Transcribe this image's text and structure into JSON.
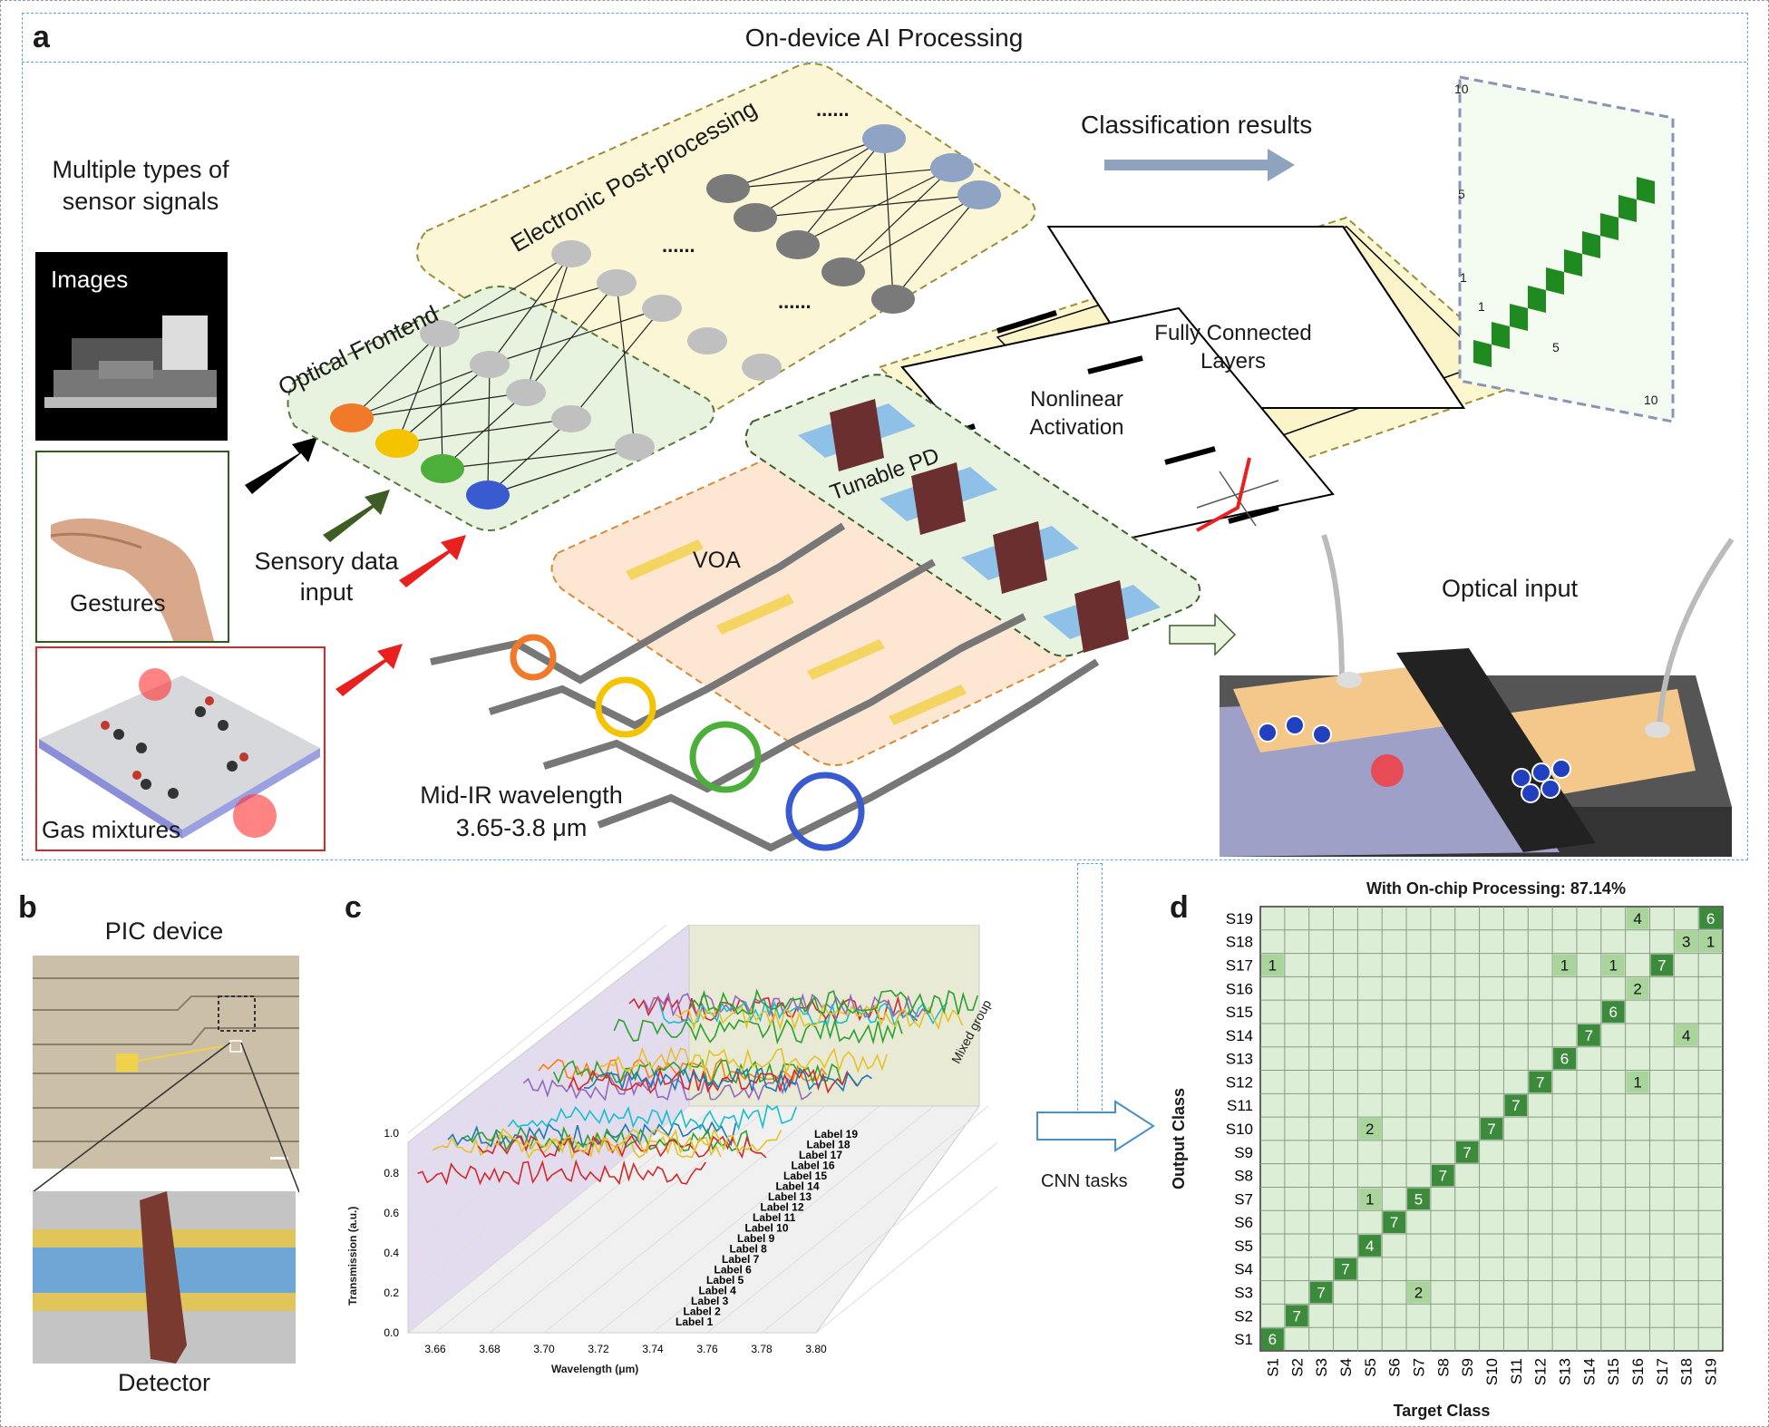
{
  "panel_a": {
    "letter": "a",
    "title": "On-device AI Processing",
    "sensor_heading": "Multiple types of sensor signals",
    "images_label": "Images",
    "gestures_label": "Gestures",
    "gas_label": "Gas mixtures",
    "sensory_input": "Sensory data input",
    "optical_frontend": "Optical Frontend",
    "electronic_post": "Electronic Post-processing",
    "ellipsis": "......",
    "classification": "Classification results",
    "fully_connected": "Fully Connected Layers",
    "nonlinear": "Nonlinear Activation",
    "tunable_pd": "Tunable PD",
    "voa": "VOA",
    "midir": "Mid-IR wavelength",
    "midir_range": "3.65-3.8 μm",
    "optical_input": "Optical input",
    "mini_matrix_ticks": [
      "10",
      "5",
      "1",
      "1",
      "5",
      "10"
    ]
  },
  "panel_b": {
    "letter": "b",
    "title": "PIC device",
    "detector": "Detector"
  },
  "panel_c": {
    "letter": "c",
    "ylabel": "Transmission (a.u.)",
    "xlabel": "Wavelength (μm)",
    "group_label": "Mixed group",
    "cnn_tasks": "CNN tasks"
  },
  "panel_d": {
    "letter": "d",
    "title": "With On-chip Processing: 87.14%",
    "ylabel": "Output Class",
    "xlabel": "Target Class"
  },
  "colors": {
    "accent_blue": "#5aa7d8",
    "diag_green": "#3c8a3c",
    "cell_bg": "#dcefd6",
    "offdiag": "#a9d59d"
  },
  "chart_data": [
    {
      "type": "line",
      "title": "",
      "xlabel": "Wavelength (μm)",
      "ylabel": "Transmission (a.u.)",
      "xlim": [
        3.65,
        3.8
      ],
      "ylim": [
        0.0,
        1.0
      ],
      "x_ticks": [
        "3.66",
        "3.68",
        "3.70",
        "3.72",
        "3.74",
        "3.76",
        "3.78",
        "3.80"
      ],
      "y_ticks": [
        "0.0",
        "0.2",
        "0.4",
        "0.6",
        "0.8",
        "1.0"
      ],
      "z_categories": [
        "Label 1",
        "Label 2",
        "Label 3",
        "Label 4",
        "Label 5",
        "Label 6",
        "Label 7",
        "Label 8",
        "Label 9",
        "Label 10",
        "Label 11",
        "Label 12",
        "Label 13",
        "Label 14",
        "Label 15",
        "Label 16",
        "Label 17",
        "Label 18",
        "Label 19"
      ],
      "series_colors": [
        "#d62728",
        "#e6c229",
        "#1f77b4",
        "#2ca02c",
        "#d62728",
        "#e6c229",
        "#17becf",
        "#9467bd",
        "#ff7f0e",
        "#2ca02c",
        "#d62728",
        "#1f77b4",
        "#e6c229",
        "#2ca02c",
        "#d62728",
        "#9467bd",
        "#17becf",
        "#e6c229",
        "#2ca02c"
      ]
    },
    {
      "type": "heatmap",
      "title": "With On-chip Processing: 87.14%",
      "xlabel": "Target Class",
      "ylabel": "Output Class",
      "x_categories": [
        "S1",
        "S2",
        "S3",
        "S4",
        "S5",
        "S6",
        "S7",
        "S8",
        "S9",
        "S10",
        "S11",
        "S12",
        "S13",
        "S14",
        "S15",
        "S16",
        "S17",
        "S18",
        "S19"
      ],
      "y_categories": [
        "S1",
        "S2",
        "S3",
        "S4",
        "S5",
        "S6",
        "S7",
        "S8",
        "S9",
        "S10",
        "S11",
        "S12",
        "S13",
        "S14",
        "S15",
        "S16",
        "S17",
        "S18",
        "S19"
      ],
      "cells": [
        {
          "out": "S1",
          "target": "S1",
          "value": 6,
          "diag": true
        },
        {
          "out": "S2",
          "target": "S2",
          "value": 7,
          "diag": true
        },
        {
          "out": "S3",
          "target": "S3",
          "value": 7,
          "diag": true
        },
        {
          "out": "S3",
          "target": "S7",
          "value": 2,
          "diag": false
        },
        {
          "out": "S4",
          "target": "S4",
          "value": 7,
          "diag": true
        },
        {
          "out": "S5",
          "target": "S5",
          "value": 4,
          "diag": true
        },
        {
          "out": "S6",
          "target": "S6",
          "value": 7,
          "diag": true
        },
        {
          "out": "S7",
          "target": "S5",
          "value": 1,
          "diag": false
        },
        {
          "out": "S7",
          "target": "S7",
          "value": 5,
          "diag": true
        },
        {
          "out": "S8",
          "target": "S8",
          "value": 7,
          "diag": true
        },
        {
          "out": "S9",
          "target": "S9",
          "value": 7,
          "diag": true
        },
        {
          "out": "S10",
          "target": "S5",
          "value": 2,
          "diag": false
        },
        {
          "out": "S10",
          "target": "S10",
          "value": 7,
          "diag": true
        },
        {
          "out": "S11",
          "target": "S11",
          "value": 7,
          "diag": true
        },
        {
          "out": "S12",
          "target": "S12",
          "value": 7,
          "diag": true
        },
        {
          "out": "S12",
          "target": "S16",
          "value": 1,
          "diag": false
        },
        {
          "out": "S13",
          "target": "S13",
          "value": 6,
          "diag": true
        },
        {
          "out": "S14",
          "target": "S14",
          "value": 7,
          "diag": true
        },
        {
          "out": "S14",
          "target": "S18",
          "value": 4,
          "diag": false
        },
        {
          "out": "S15",
          "target": "S15",
          "value": 6,
          "diag": true
        },
        {
          "out": "S16",
          "target": "S16",
          "value": 2,
          "diag": false
        },
        {
          "out": "S17",
          "target": "S1",
          "value": 1,
          "diag": false
        },
        {
          "out": "S17",
          "target": "S13",
          "value": 1,
          "diag": false
        },
        {
          "out": "S17",
          "target": "S15",
          "value": 1,
          "diag": false
        },
        {
          "out": "S17",
          "target": "S17",
          "value": 7,
          "diag": true
        },
        {
          "out": "S18",
          "target": "S18",
          "value": 3,
          "diag": false
        },
        {
          "out": "S18",
          "target": "S19",
          "value": 1,
          "diag": false
        },
        {
          "out": "S19",
          "target": "S16",
          "value": 4,
          "diag": false
        },
        {
          "out": "S19",
          "target": "S19",
          "value": 6,
          "diag": true
        }
      ]
    }
  ]
}
